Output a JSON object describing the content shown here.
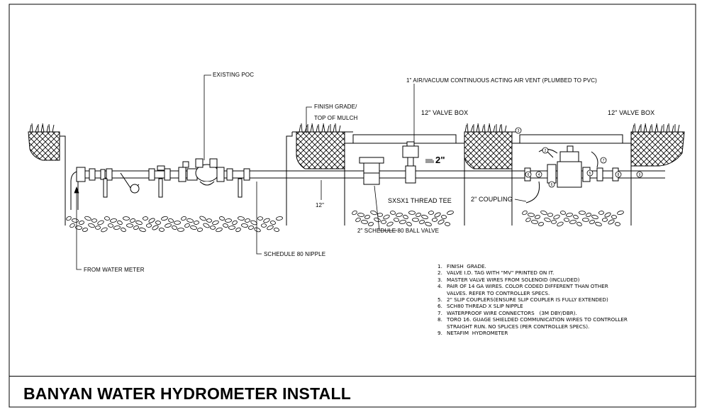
{
  "title": "BANYAN WATER HYDROMETER INSTALL",
  "callouts": {
    "existing_poc": "EXISTING POC",
    "finish_grade": "FINISH GRADE/",
    "top_of_mulch": "TOP OF MULCH",
    "air_vent": "1\" AIR/VACUUM CONTINUOUS ACTING AIR VENT  (PLUMBED TO PVC)",
    "valve_box_1": "12\" VALVE BOX",
    "valve_box_2": "12\" VALVE BOX",
    "pipe_size": "2\"",
    "depth": "12\"",
    "thread_tee": "SXSX1 THREAD TEE",
    "coupling": "2\" COUPLING",
    "ball_valve": "2\" SCHEDULE 80 BALL VALVE",
    "nipple": "SCHEDULE 80 NIPPLE",
    "from_meter": "FROM WATER METER"
  },
  "markers": [
    "3",
    "4",
    "6",
    "5",
    "7",
    "8",
    "9",
    "2",
    "6"
  ],
  "notes": [
    {
      "num": "1.",
      "text": "FINISH  GRADE."
    },
    {
      "num": "2.",
      "text": "VALVE I.D. TAG WITH \"MV\" PRINTED ON IT."
    },
    {
      "num": "3.",
      "text": "MASTER VALVE WIRES FROM SOLENOID (INCLUDED)"
    },
    {
      "num": "4.",
      "text": "PAIR OF 14 GA WIRES. COLOR CODED DIFFERENT THAN OTHER\nVALVES. REFER TO CONTROLLER SPECS."
    },
    {
      "num": "5.",
      "text": "2\" SLIP COUPLERS(ENSURE SLIP COUPLER IS FULLY EXTENDED)"
    },
    {
      "num": "6.",
      "text": "SCH80 THREAD X SLIP NIPPLE"
    },
    {
      "num": "7.",
      "text": "WATERPROOF WIRE CONNECTORS   (3M DBY/DBR)."
    },
    {
      "num": "8.",
      "text": "TORO 16. GUAGE SHIELDED COMMUNICATION WIRES TO CONTROLLER\nSTRAIGHT RUN. NO SPLICES (PER CONTROLLER SPECS)."
    },
    {
      "num": "9.",
      "text": "NETAFIM  HYDROMETER"
    }
  ]
}
